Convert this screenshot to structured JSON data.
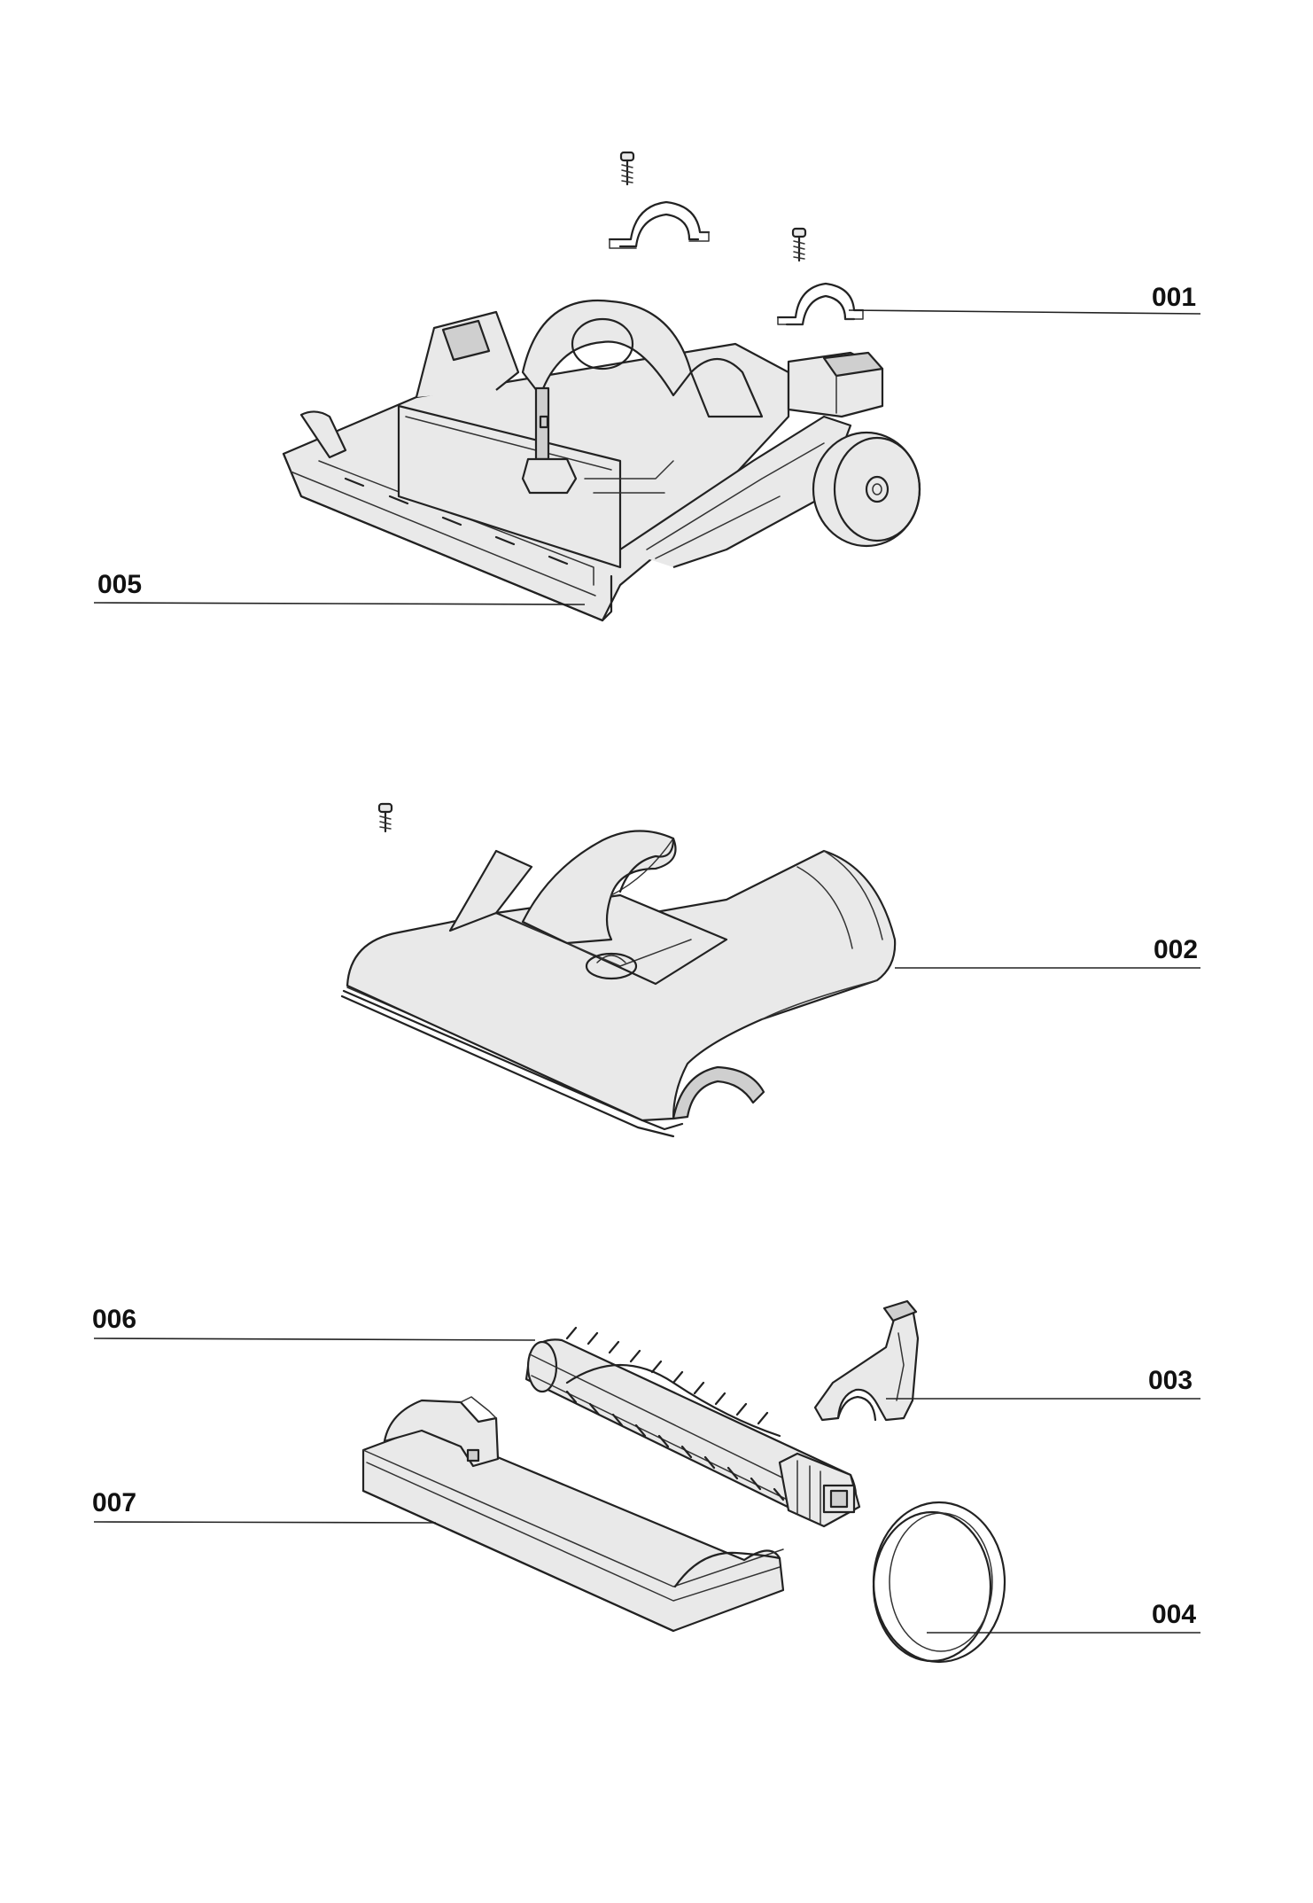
{
  "callouts": [
    {
      "id": "001",
      "label": "001"
    },
    {
      "id": "005",
      "label": "005"
    },
    {
      "id": "002",
      "label": "002"
    },
    {
      "id": "006",
      "label": "006"
    },
    {
      "id": "003",
      "label": "003"
    },
    {
      "id": "007",
      "label": "007"
    },
    {
      "id": "004",
      "label": "004"
    }
  ]
}
